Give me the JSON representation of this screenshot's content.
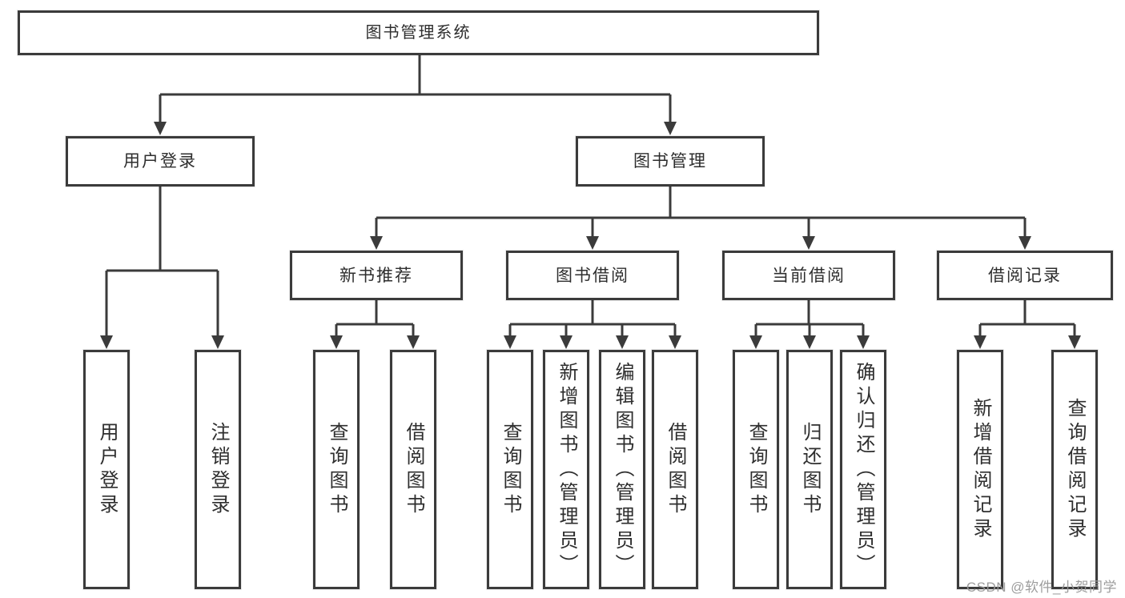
{
  "diagram": {
    "watermark": "CSDN @软件_小贺同学",
    "colors": {
      "line": "#3b3b3b",
      "box_border": "#3b3b3b",
      "box_fill": "#ffffff",
      "text": "#2e2e2e",
      "watermark": "#989898",
      "background": "#ffffff"
    },
    "tree": {
      "label": "图书管理系统",
      "children": [
        {
          "label": "用户登录",
          "children": [
            {
              "label": "用户登录"
            },
            {
              "label": "注销登录"
            }
          ]
        },
        {
          "label": "图书管理",
          "children": [
            {
              "label": "新书推荐",
              "children": [
                {
                  "label": "查询图书"
                },
                {
                  "label": "借阅图书"
                }
              ]
            },
            {
              "label": "图书借阅",
              "children": [
                {
                  "label": "查询图书"
                },
                {
                  "label": "新增图书（管理员）"
                },
                {
                  "label": "编辑图书（管理员）"
                },
                {
                  "label": "借阅图书"
                }
              ]
            },
            {
              "label": "当前借阅",
              "children": [
                {
                  "label": "查询图书"
                },
                {
                  "label": "归还图书"
                },
                {
                  "label": "确认归还（管理员）"
                }
              ]
            },
            {
              "label": "借阅记录",
              "children": [
                {
                  "label": "新增借阅记录"
                },
                {
                  "label": "查询借阅记录"
                }
              ]
            }
          ]
        }
      ]
    }
  }
}
